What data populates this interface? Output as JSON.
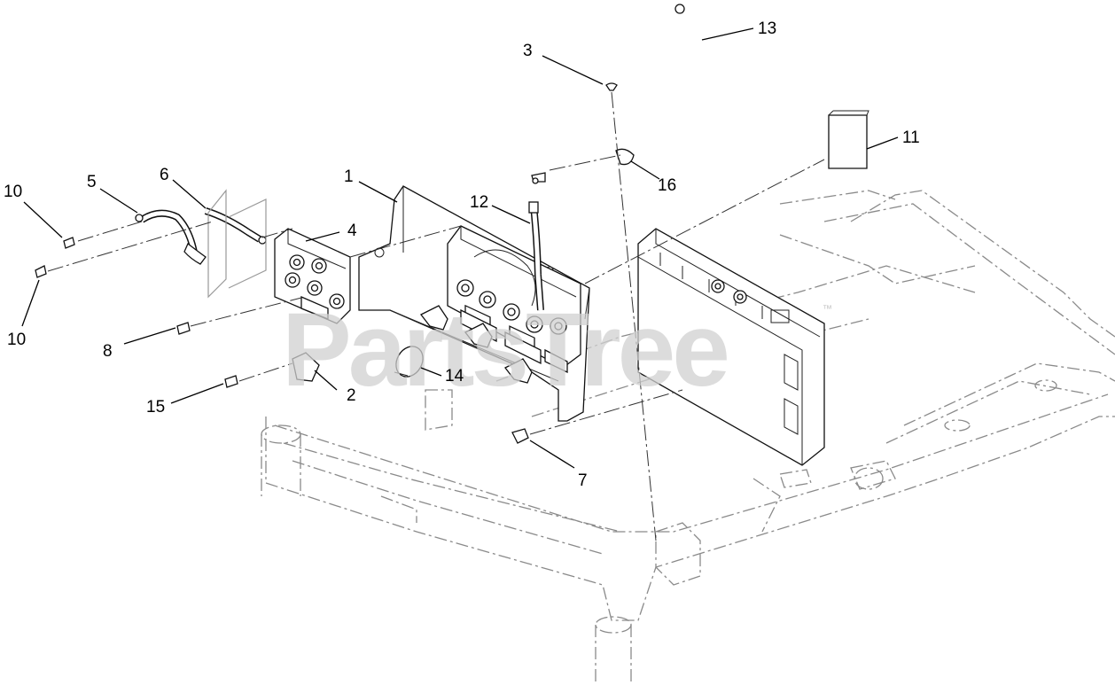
{
  "watermark": {
    "text": "PartsTree",
    "mark": "™"
  },
  "callouts": [
    {
      "id": "c1",
      "label": "1"
    },
    {
      "id": "c2",
      "label": "2"
    },
    {
      "id": "c3",
      "label": "3"
    },
    {
      "id": "c4",
      "label": "4"
    },
    {
      "id": "c5",
      "label": "5"
    },
    {
      "id": "c6",
      "label": "6"
    },
    {
      "id": "c7",
      "label": "7"
    },
    {
      "id": "c8",
      "label": "8"
    },
    {
      "id": "c10a",
      "label": "10"
    },
    {
      "id": "c10b",
      "label": "10"
    },
    {
      "id": "c11",
      "label": "11"
    },
    {
      "id": "c12",
      "label": "12"
    },
    {
      "id": "c13",
      "label": "13"
    },
    {
      "id": "c14",
      "label": "14"
    },
    {
      "id": "c15",
      "label": "15"
    },
    {
      "id": "c16",
      "label": "16"
    }
  ]
}
